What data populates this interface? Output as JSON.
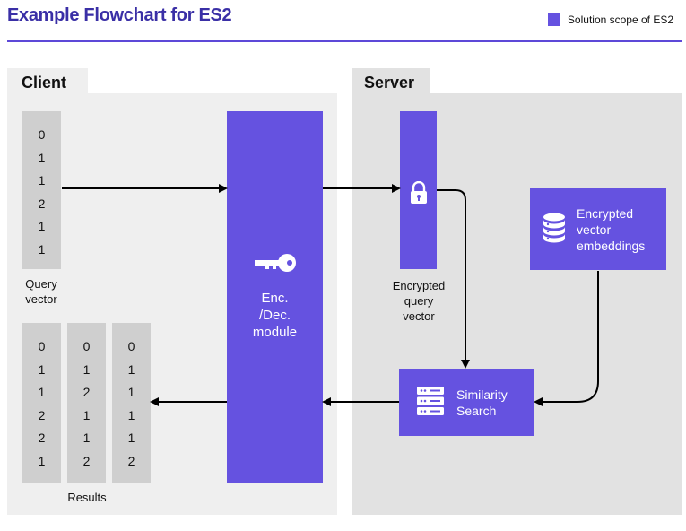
{
  "title": "Example Flowchart for ES2",
  "legend": {
    "label": "Solution scope of ES2",
    "color": "#6552e0"
  },
  "client": {
    "label": "Client",
    "query_vector": {
      "values": [
        "0",
        "1",
        "1",
        "2",
        "1",
        "1"
      ],
      "caption_line1": "Query",
      "caption_line2": "vector"
    },
    "results": {
      "columns": [
        [
          "0",
          "1",
          "1",
          "2",
          "2",
          "1"
        ],
        [
          "0",
          "1",
          "2",
          "1",
          "1",
          "2"
        ],
        [
          "0",
          "1",
          "1",
          "1",
          "1",
          "2"
        ]
      ],
      "caption": "Results"
    }
  },
  "enc_module": {
    "line1": "Enc.",
    "line2": "/Dec.",
    "line3": "module",
    "icon": "key-icon"
  },
  "server": {
    "label": "Server",
    "encrypted_query": {
      "line1": "Encrypted",
      "line2": "query",
      "line3": "vector",
      "icon": "lock-icon"
    },
    "embeddings": {
      "line1": "Encrypted",
      "line2": "vector",
      "line3": "embeddings",
      "icon": "database-icon"
    },
    "similarity": {
      "line1": "Similarity",
      "line2": "Search",
      "icon": "server-icon"
    }
  },
  "colors": {
    "accent": "#6552e0",
    "title": "#3a2fa6",
    "client_bg": "#efefef",
    "server_bg": "#e2e2e2",
    "digit_bg": "#cfcfcf"
  }
}
